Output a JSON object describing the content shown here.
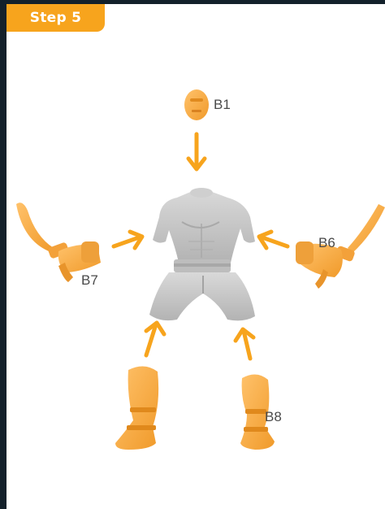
{
  "header": {
    "step_label": "Step 5"
  },
  "parts": {
    "head": "B1",
    "right_arm": "B6",
    "left_arm": "B7",
    "legs": "B8"
  },
  "colors": {
    "accent": "#f7a41d",
    "part_orange": "#f6ad55",
    "body_grey": "#c8c8c8",
    "frame_dark": "#13212b"
  }
}
